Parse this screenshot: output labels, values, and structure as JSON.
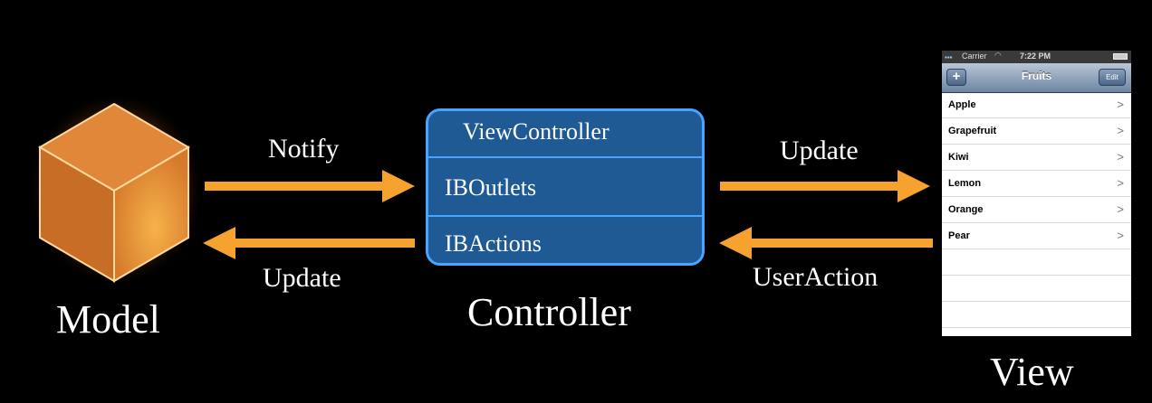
{
  "model": {
    "label": "Model"
  },
  "controller": {
    "label": "Controller",
    "rows": [
      "ViewController",
      "IBOutlets",
      "IBActions"
    ],
    "fill_color": "#1f5a94",
    "border_color": "#4aa3ff"
  },
  "view": {
    "label": "View",
    "phone": {
      "carrier": "Carrier",
      "time": "7:22 PM",
      "title": "Fruits",
      "add_button": "+",
      "edit_button": "Edit",
      "items": [
        "Apple",
        "Grapefruit",
        "Kiwi",
        "Lemon",
        "Orange",
        "Pear"
      ],
      "chevron": ">"
    }
  },
  "arrows": {
    "model_to_controller": "Notify",
    "controller_to_model": "Update",
    "controller_to_view": "Update",
    "view_to_controller": "UserAction",
    "color": "#f5a22e"
  }
}
